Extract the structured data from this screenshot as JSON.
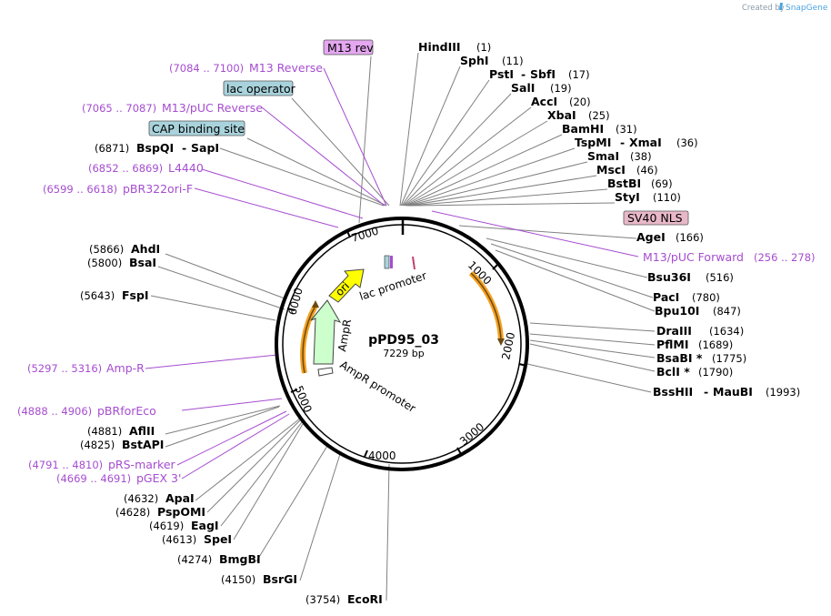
{
  "credit": {
    "text": "Created by",
    "brand": "SnapGene"
  },
  "plasmid": {
    "name": "pPD95_03",
    "size_label": "7229 bp",
    "length": 7229
  },
  "ruler": {
    "ticks": [
      "1000",
      "2000",
      "3000",
      "4000",
      "5000",
      "6000",
      "7000"
    ]
  },
  "colors": {
    "backbone": "#000000",
    "leader_enzyme": "#808080",
    "primer": "#a64dd0",
    "boxed_lac": "#a9d3dc",
    "boxed_m13": "#e4a7f0",
    "boxed_nls": "#e8b8c8",
    "ori": "#ffff00",
    "ampr": "#ccffcc",
    "orange": "#f4a020"
  },
  "right_labels": [
    {
      "name": "HindIII",
      "pos": "(1)"
    },
    {
      "name": "SphI",
      "pos": "(11)"
    },
    {
      "name": "PstI",
      "name2": "SbfI",
      "pos": "(17)"
    },
    {
      "name": "SalI",
      "pos": "(19)"
    },
    {
      "name": "AccI",
      "pos": "(20)"
    },
    {
      "name": "XbaI",
      "pos": "(25)"
    },
    {
      "name": "BamHI",
      "pos": "(31)"
    },
    {
      "name": "TspMI",
      "name2": "XmaI",
      "pos": "(36)"
    },
    {
      "name": "SmaI",
      "pos": "(38)"
    },
    {
      "name": "MscI",
      "pos": "(46)"
    },
    {
      "name": "BstBI",
      "pos": "(69)"
    },
    {
      "name": "StyI",
      "pos": "(110)"
    },
    {
      "name": "AgeI",
      "pos": "(166)"
    },
    {
      "name": "Bsu36I",
      "pos": "(516)"
    },
    {
      "name": "PacI",
      "pos": "(780)"
    },
    {
      "name": "Bpu10I",
      "pos": "(847)"
    },
    {
      "name": "DraIII",
      "pos": "(1634)"
    },
    {
      "name": "PflMI",
      "pos": "(1689)"
    },
    {
      "name": "BsaBI *",
      "pos": "(1775)"
    },
    {
      "name": "BclI *",
      "pos": "(1790)"
    },
    {
      "name": "BssHII",
      "name2": "MauBI",
      "pos": "(1993)"
    }
  ],
  "right_features": [
    {
      "name": "SV40 NLS"
    },
    {
      "name": "M13/pUC Forward",
      "pos": "(256 .. 278)"
    }
  ],
  "left_top": [
    {
      "name": "M13 rev"
    },
    {
      "name": "M13 Reverse",
      "pos": "(7084 .. 7100)"
    },
    {
      "name": "lac operator"
    },
    {
      "name": "M13/pUC Reverse",
      "pos": "(7065 .. 7087)"
    },
    {
      "name": "CAP binding site"
    },
    {
      "name": "BspQI",
      "name2": "SapI",
      "pos": "(6871)"
    },
    {
      "name": "L4440",
      "pos": "(6852 .. 6869)"
    },
    {
      "name": "pBR322ori-F",
      "pos": "(6599 .. 6618)"
    }
  ],
  "left_mid": [
    {
      "name": "AhdI",
      "pos": "(5866)"
    },
    {
      "name": "BsaI",
      "pos": "(5800)"
    },
    {
      "name": "FspI",
      "pos": "(5643)"
    },
    {
      "name": "Amp-R",
      "pos": "(5297 .. 5316)"
    },
    {
      "name": "pBRforEco",
      "pos": "(4888 .. 4906)"
    },
    {
      "name": "AflII",
      "pos": "(4881)"
    },
    {
      "name": "BstAPI",
      "pos": "(4825)"
    },
    {
      "name": "pRS-marker",
      "pos": "(4791 .. 4810)"
    },
    {
      "name": "pGEX 3'",
      "pos": "(4669 .. 4691)"
    }
  ],
  "left_bottom": [
    {
      "name": "ApaI",
      "pos": "(4632)"
    },
    {
      "name": "PspOMI",
      "pos": "(4628)"
    },
    {
      "name": "EagI",
      "pos": "(4619)"
    },
    {
      "name": "SpeI",
      "pos": "(4613)"
    },
    {
      "name": "BmgBI",
      "pos": "(4274)"
    },
    {
      "name": "BsrGI",
      "pos": "(4150)"
    },
    {
      "name": "EcoRI",
      "pos": "(3754)"
    }
  ],
  "inner_features": {
    "ori": "ori",
    "lac_promoter": "lac promoter",
    "ampr": "AmpR",
    "ampr_promoter": "AmpR promoter"
  }
}
